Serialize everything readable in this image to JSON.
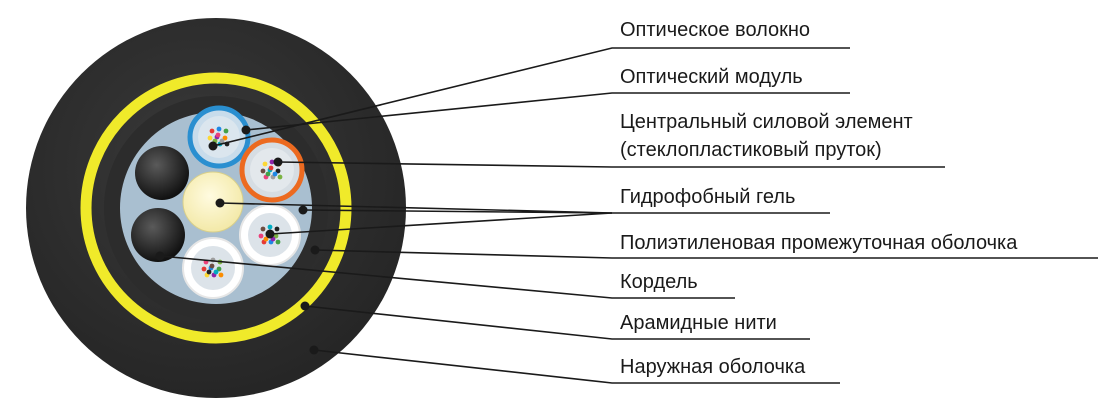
{
  "labels": {
    "optical_fiber": "Оптическое волокно",
    "optical_module": "Оптический модуль",
    "central_member_line1": "Центральный силовой элемент",
    "central_member_line2": "(стеклопластиковый пруток)",
    "hydrophobic_gel": "Гидрофобный гель",
    "pe_inner_sheath": "Полиэтиленовая промежуточная оболочка",
    "filler_cord": "Кордель",
    "aramid_yarns": "Арамидные нити",
    "outer_sheath": "Наружная оболочка"
  },
  "colors": {
    "outer_sheath": "#2e2e2e",
    "aramid_ring": "#f0ea2a",
    "core_fill": "#a9bfd0",
    "central_member": "#fdf7c8",
    "module_blue": "#2a8fd0",
    "module_orange": "#ec6a20",
    "module_white": "#ffffff",
    "cord": "#1e1e1e",
    "leader_line": "#1a1a1a"
  }
}
